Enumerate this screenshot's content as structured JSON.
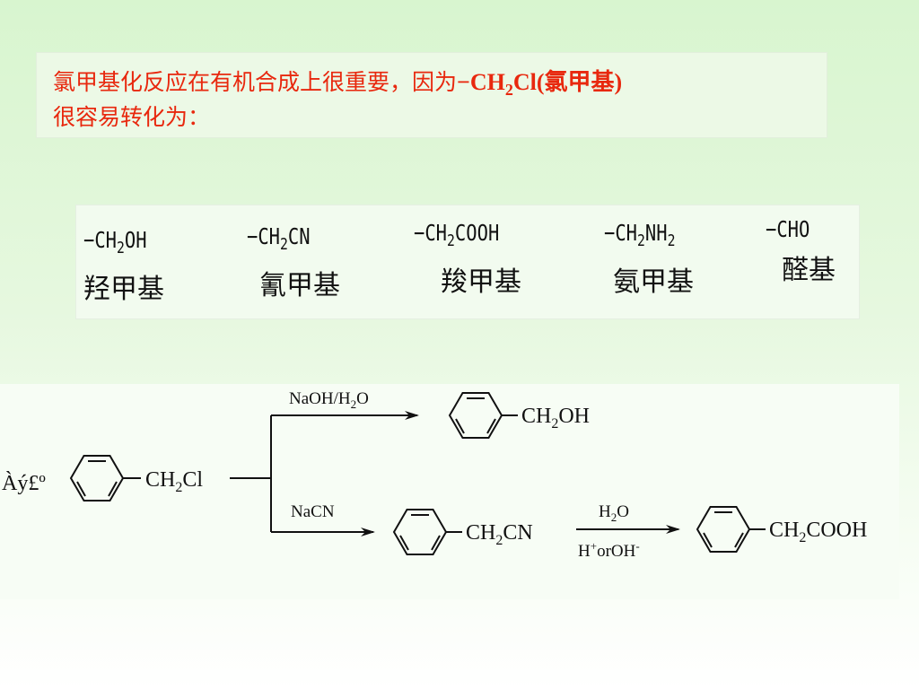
{
  "intro": {
    "line1_text": "氯甲基化反应在有机合成上很重要，因为",
    "formula_main": "−CH",
    "formula_sub": "2",
    "formula_end": "Cl(氯甲基)",
    "line2_text": "很容易转化为："
  },
  "groups": [
    {
      "pre": "−CH",
      "sub": "2",
      "post": "OH",
      "name": "羟甲基"
    },
    {
      "pre": "−CH",
      "sub": "2",
      "post": "CN",
      "name": "氰甲基"
    },
    {
      "pre": "−CH",
      "sub": "2",
      "post": "COOH",
      "name": "羧甲基"
    },
    {
      "pre": "−CH",
      "sub": "2",
      "post": "NH",
      "sub2": "2",
      "name": "氨甲基"
    },
    {
      "pre": "−CHO",
      "name": "醛基"
    }
  ],
  "scheme": {
    "side_label": "Àý£º",
    "reactant": {
      "pre": "CH",
      "sub": "2",
      "post": "Cl"
    },
    "reagent_top": {
      "pre": "NaOH/H",
      "sub": "2",
      "post": "O"
    },
    "product_top": {
      "pre": "CH",
      "sub": "2",
      "post": "OH"
    },
    "reagent_bottom": "NaCN",
    "product_mid": {
      "pre": "CH",
      "sub": "2",
      "post": "CN"
    },
    "reagent_h2o": {
      "pre": "H",
      "sub": "2",
      "post": "O"
    },
    "reagent_acid": {
      "pre": "H",
      "sup": "+",
      "mid": "orOH",
      "sup2": "-"
    },
    "product_final": {
      "pre": "CH",
      "sub": "2",
      "post": "COOH"
    }
  }
}
